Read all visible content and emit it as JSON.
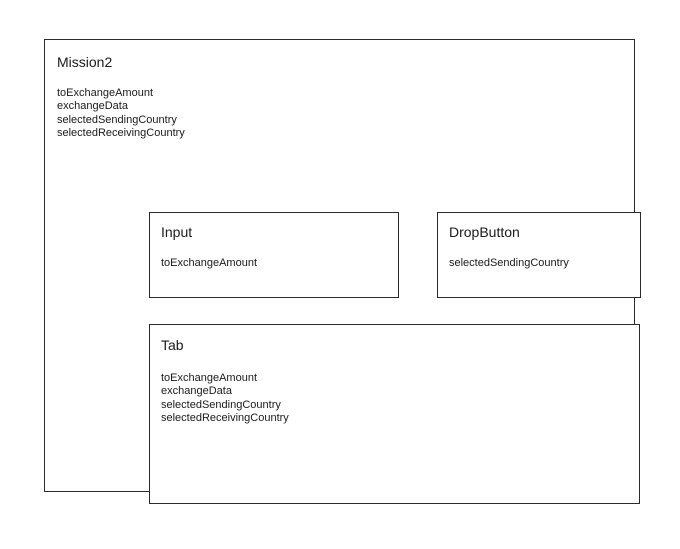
{
  "diagram": {
    "background_color": "#ffffff",
    "border_color": "#2b2b2b",
    "text_color": "#1a1a1a",
    "root": {
      "title": "Mission2",
      "attributes": [
        "toExchangeAmount",
        "exchangeData",
        "selectedSendingCountry",
        "selectedReceivingCountry"
      ]
    },
    "children": [
      {
        "key": "input",
        "title": "Input",
        "attributes": [
          "toExchangeAmount"
        ]
      },
      {
        "key": "dropbutton",
        "title": "DropButton",
        "attributes": [
          "selectedSendingCountry"
        ]
      },
      {
        "key": "tab",
        "title": "Tab",
        "attributes": [
          "toExchangeAmount",
          "exchangeData",
          "selectedSendingCountry",
          "selectedReceivingCountry"
        ]
      }
    ]
  }
}
